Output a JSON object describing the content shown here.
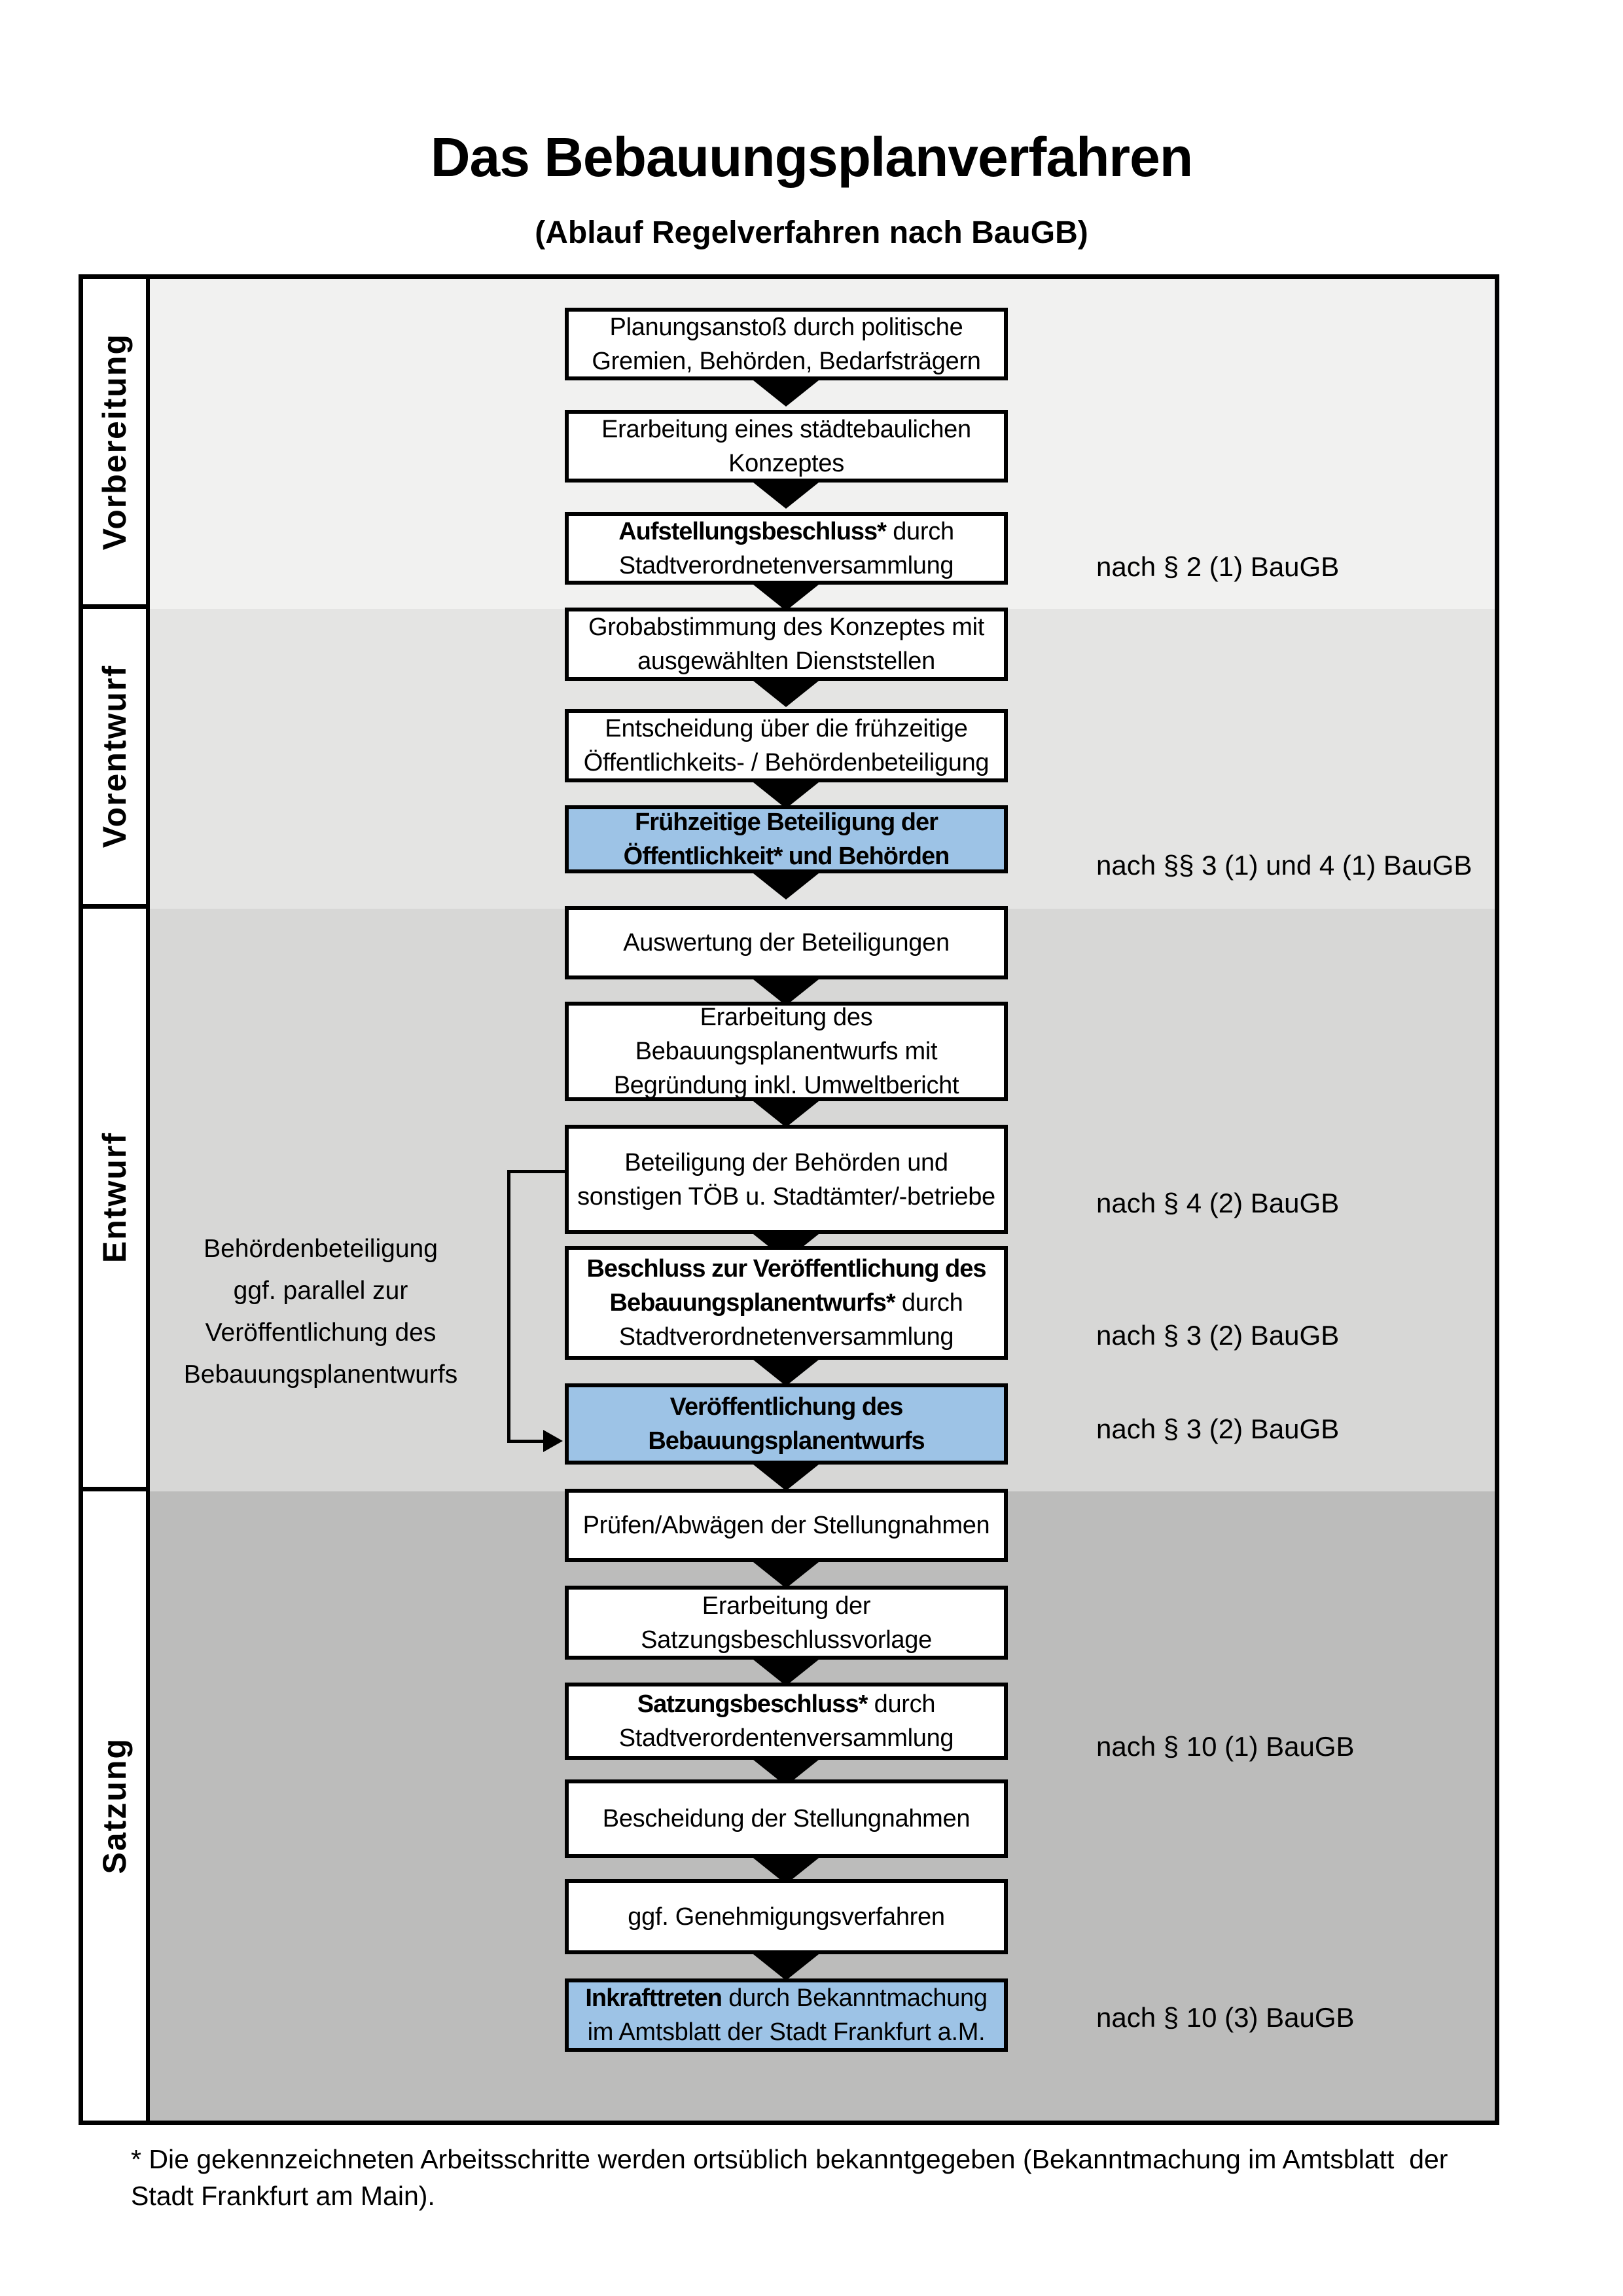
{
  "page": {
    "title": "Das Bebauungsplanverfahren",
    "subtitle": "(Ablauf Regelverfahren nach BauGB)",
    "footnote": "* Die gekennzeichneten Arbeitsschritte werden ortsüblich bekanntgegeben (Bekanntmachung im Amtsblatt  der Stadt Frankfurt am Main)."
  },
  "colors": {
    "highlight_blue": "#9dc3e6",
    "phase_bg_vorbereitung": "#f1f1f0",
    "phase_bg_vorentwurf": "#e4e4e3",
    "phase_bg_entwurf": "#d7d7d6",
    "phase_bg_satzung": "#bcbcbb"
  },
  "phases": [
    {
      "label": "Vorbereitung",
      "bg": "#f1f1f0"
    },
    {
      "label": "Vorentwurf",
      "bg": "#e4e4e3"
    },
    {
      "label": "Entwurf",
      "bg": "#d7d7d6"
    },
    {
      "label": "Satzung",
      "bg": "#bcbcbb"
    }
  ],
  "annotation": "Behördenbeteiligung\nggf. parallel zur\nVeröffentlichung des\nBebauungsplanentwurfs",
  "steps": [
    {
      "highlight": false,
      "parts": [
        {
          "text": "Planungsanstoß durch politische\nGremien, Behörden, Bedarfsträgern",
          "bold": false
        }
      ]
    },
    {
      "highlight": false,
      "parts": [
        {
          "text": "Erarbeitung eines städtebaulichen\nKonzeptes",
          "bold": false
        }
      ]
    },
    {
      "highlight": false,
      "parts": [
        {
          "text": "Aufstellungsbeschluss*",
          "bold": true
        },
        {
          "text": " durch\nStadtverordnetenversammlung",
          "bold": false
        }
      ]
    },
    {
      "highlight": false,
      "parts": [
        {
          "text": "Grobabstimmung des Konzeptes mit\nausgewählten Dienststellen",
          "bold": false
        }
      ]
    },
    {
      "highlight": false,
      "parts": [
        {
          "text": "Entscheidung über die frühzeitige\nÖffentlichkeits- / Behördenbeteiligung",
          "bold": false
        }
      ]
    },
    {
      "highlight": true,
      "parts": [
        {
          "text": "Frühzeitige Beteiligung der\nÖffentlichkeit* und Behörden",
          "bold": true
        }
      ]
    },
    {
      "highlight": false,
      "parts": [
        {
          "text": "Auswertung der Beteiligungen",
          "bold": false
        }
      ]
    },
    {
      "highlight": false,
      "parts": [
        {
          "text": "Erarbeitung des\nBebauungsplanentwurfs mit\nBegründung inkl. Umweltbericht",
          "bold": false
        }
      ]
    },
    {
      "highlight": false,
      "parts": [
        {
          "text": "Beteiligung der Behörden und\nsonstigen TÖB u. Stadtämter/-betriebe",
          "bold": false
        }
      ]
    },
    {
      "highlight": false,
      "parts": [
        {
          "text": "Beschluss zur Veröffentlichung des\nBebauungsplanentwurfs*",
          "bold": true
        },
        {
          "text": " durch\nStadtverordnetenversammlung",
          "bold": false
        }
      ]
    },
    {
      "highlight": true,
      "parts": [
        {
          "text": "Veröffentlichung des\nBebauungsplanentwurfs",
          "bold": true
        }
      ]
    },
    {
      "highlight": false,
      "parts": [
        {
          "text": "Prüfen/Abwägen der Stellungnahmen",
          "bold": false
        }
      ]
    },
    {
      "highlight": false,
      "parts": [
        {
          "text": "Erarbeitung der\nSatzungsbeschlussvorlage",
          "bold": false
        }
      ]
    },
    {
      "highlight": false,
      "parts": [
        {
          "text": "Satzungsbeschluss*",
          "bold": true
        },
        {
          "text": " durch\nStadtverordentenversammlung",
          "bold": false
        }
      ]
    },
    {
      "highlight": false,
      "parts": [
        {
          "text": "Bescheidung der Stellungnahmen",
          "bold": false
        }
      ]
    },
    {
      "highlight": false,
      "parts": [
        {
          "text": "ggf. Genehmigungsverfahren",
          "bold": false
        }
      ]
    },
    {
      "highlight": true,
      "parts": [
        {
          "text": "Inkrafttreten",
          "bold": true
        },
        {
          "text": " durch Bekanntmachung\nim Amtsblatt der Stadt Frankfurt a.M.",
          "bold": false
        }
      ]
    }
  ],
  "refs": [
    "nach § 2 (1) BauGB",
    "nach §§ 3 (1) und 4 (1) BauGB",
    "nach § 4 (2) BauGB",
    "nach § 3 (2) BauGB",
    "nach § 3 (2) BauGB",
    "nach § 10 (1) BauGB",
    "nach § 10 (3) BauGB"
  ]
}
